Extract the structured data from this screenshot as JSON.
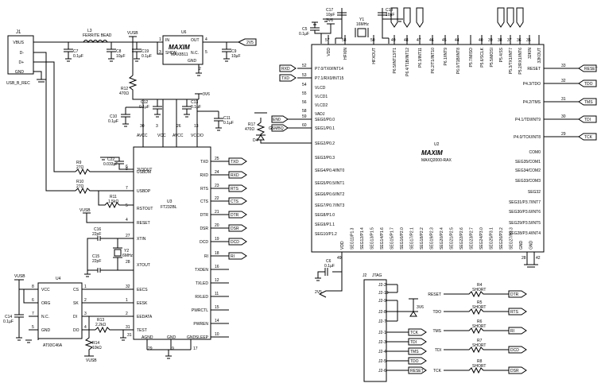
{
  "parts": {
    "j1": {
      "ref": "J1",
      "value": "USB_B_REC",
      "pins": [
        "VBUS",
        "D-",
        "D+",
        "GND"
      ]
    },
    "l3": {
      "ref": "L3",
      "value": "FERRITE BEAD"
    },
    "c7": {
      "ref": "C7",
      "value": "0.1µF"
    },
    "c8": {
      "ref": "C8",
      "value": "10µF"
    },
    "c19": {
      "ref": "C19",
      "value": "0.1µF"
    },
    "c9": {
      "ref": "C9",
      "value": "10µF"
    },
    "vusb_top": "VUSB",
    "u6": {
      "ref": "U6",
      "logo": "MAXIM",
      "part": "MAX8511",
      "pins": {
        "in": "IN",
        "shdn": "SHDN",
        "out": "OUT",
        "nc": "N.C.",
        "gnd": "GND"
      },
      "pin_nums": [
        "1",
        "3",
        "4",
        "5",
        "2"
      ]
    },
    "v2v5_top": "2V5",
    "r12": {
      "ref": "R12",
      "value": "470Ω"
    },
    "c10": {
      "ref": "C10",
      "value": "0.1µF"
    },
    "c12": {
      "ref": "C12",
      "value": "0.1µF"
    },
    "c13": {
      "ref": "C13",
      "value": "0.1µF"
    },
    "c11": {
      "ref": "C11",
      "value": "0.1µF"
    },
    "v3v6_mid": "3V6",
    "u3": {
      "ref": "U3",
      "part": "FT232BL",
      "top_pins": [
        "AVCC",
        "VCC",
        "AVCC",
        "VCCIO"
      ],
      "top_pin_nums": [
        "30",
        "3",
        "26",
        "13"
      ],
      "left_pins": [
        "3V3OUT",
        "USBDM",
        "USBDP",
        "RSTOUT",
        "RESET",
        "XTIN",
        "XTOUT",
        "EECS",
        "EESK",
        "EEDATA",
        "TEST"
      ],
      "left_pin_nums": [
        "6",
        "8",
        "7",
        "5",
        "4",
        "27",
        "28",
        "32",
        "1",
        "2",
        "31"
      ],
      "right_pins": [
        "TXD",
        "RXD",
        "RTS",
        "CTS",
        "DTR",
        "DSR",
        "DCD",
        "RI",
        "TXDEN",
        "TXLED",
        "RXLED",
        "PWRCTL",
        "PWREN",
        "SLEEP"
      ],
      "right_pin_nums": [
        "25",
        "24",
        "23",
        "22",
        "21",
        "20",
        "19",
        "18",
        "16",
        "12",
        "11",
        "15",
        "14",
        "10"
      ],
      "bottom_pins": [
        "AGND",
        "GND",
        "GND"
      ],
      "bottom_pin_nums": [
        "29",
        "9",
        "17"
      ]
    },
    "c22": {
      "ref": "C22",
      "value": "0.033µF"
    },
    "r9": {
      "ref": "R9",
      "value": "27Ω"
    },
    "r10": {
      "ref": "R10",
      "value": "27Ω"
    },
    "r11": {
      "ref": "R11",
      "value": "1.5kΩ"
    },
    "c16": {
      "ref": "C16",
      "value": "22pF"
    },
    "c15": {
      "ref": "C15",
      "value": "22pF"
    },
    "y2": {
      "ref": "Y2",
      "value": "6MHz"
    },
    "u4": {
      "ref": "U4",
      "part": "AT93C46A",
      "left_pins": [
        "VCC",
        "ORG",
        "N.C.",
        "GND"
      ],
      "left_nums": [
        "8",
        "6",
        "7",
        "5"
      ],
      "right_pins": [
        "CS",
        "SK",
        "DI",
        "DO"
      ],
      "right_nums": [
        "1",
        "2",
        "3",
        "4"
      ]
    },
    "c14": {
      "ref": "C14",
      "value": "0.1µF"
    },
    "r13": {
      "ref": "R13",
      "value": "2.2kΩ"
    },
    "r14": {
      "ref": "R14",
      "value": "10kΩ"
    },
    "c17": {
      "ref": "C17",
      "value": "10pF"
    },
    "y1": {
      "ref": "Y1",
      "value": "16MHz"
    },
    "c18": {
      "ref": "C18",
      "value": "10pF"
    },
    "c5": {
      "ref": "C5",
      "value": "0.1µF"
    },
    "v3v6_top": "3V6",
    "r17": {
      "ref": "R17",
      "value": "470Ω"
    },
    "d4": {
      "ref": "D4"
    },
    "u2": {
      "ref": "U2",
      "logo": "MAXIM",
      "part": "MAXQ2000-RAX",
      "top_pins": [
        "VDD",
        "HFXIN",
        "HFXOUT",
        "P6.5/INT13/T1",
        "P6.4/T1B/INT12",
        "P6.3/INT11",
        "P6.2/T1/INT10",
        "P6.1/INT9",
        "P6.0/T1B/INT8",
        "P5.7/MISO",
        "P5.6/SCLK",
        "P5.5/MOSI",
        "P5.4/SS",
        "P5.3/TX1/INT7",
        "P5.2/RX1/INT6",
        "32KIN",
        "32KOUT"
      ],
      "top_pin_nums": [
        "57",
        "58",
        "50",
        "49",
        "48",
        "47",
        "46",
        "45",
        "44",
        "40",
        "39",
        "38",
        "37",
        "36",
        "35"
      ],
      "left_pins": [
        "P7.0/TX0/INT14",
        "P7.1/RX0/INT15",
        "VLCD",
        "VLCD1",
        "VLCD2",
        "VADJ",
        "SEG0/P0.0",
        "SEG1/P0.1",
        "SEG2/P0.2",
        "SEG3/P0.3",
        "SEG4/P0.4/INT0",
        "SEG5/P0.5/INT1",
        "SEG6/P0.6/INT2",
        "SEG7/P0.7/INT3",
        "SEG8/P1.0",
        "SEG9/P1.1",
        "SEG10/P1.2"
      ],
      "left_pin_nums": [
        "52",
        "53",
        "54",
        "55",
        "56",
        "58",
        "59",
        "60"
      ],
      "right_pins": [
        "RESET",
        "P4.3/TDO",
        "P4.2/TMS",
        "P4.1/TDI/INT9",
        "P4.0/TCK/INT8",
        "COM0",
        "SEG35/COM1",
        "SEG34/COM2",
        "SEG33/COM3",
        "SEG32",
        "SEG31/P3.7/INT7",
        "SEG30/P3.6/INT6",
        "SEG29/P3.5/INT5",
        "SEG28/P3.4/INT4"
      ],
      "right_pin_nums": [
        "33",
        "32",
        "31",
        "30",
        "29"
      ],
      "bottom_pins": [
        "VDD",
        "SEG11/P1.3",
        "SEG12/P1.4",
        "SEG13/P1.5",
        "SEG14/P1.6",
        "SEG15/P1.7",
        "SEG16/P2.0",
        "SEG17/P2.1",
        "SEG18/P2.2",
        "SEG19/P2.3",
        "SEG20/P2.4",
        "SEG21/P2.5",
        "SEG22/P2.6",
        "SEG23/P2.7",
        "SEG24/P3.0",
        "SEG25/P3.1",
        "SEG26/P3.2",
        "SEG27/P3.3",
        "GND",
        "GND"
      ],
      "bottom_pin_nums": [
        "49",
        "28",
        "42"
      ]
    },
    "c6": {
      "ref": "C6",
      "value": "0.1µF"
    },
    "j2": {
      "ref": "J2",
      "value": "JTAG",
      "pins": [
        "J2-2",
        "J2-10",
        "J2-9",
        "J2-8",
        "J2-7",
        "J2-1",
        "J2-3",
        "J2-4",
        "J2-5",
        "J2-6"
      ]
    },
    "v3v6_jtag": "3V6",
    "r4": {
      "ref": "R4",
      "value": "SHORT"
    },
    "r5": {
      "ref": "R5",
      "value": "SHORT"
    },
    "r6": {
      "ref": "R6",
      "value": "SHORT"
    },
    "r7": {
      "ref": "R7",
      "value": "SHORT"
    },
    "r8": {
      "ref": "R8",
      "value": "SHORT"
    }
  },
  "nets": {
    "tx": "TXD",
    "rx": "RXD",
    "rts": "RTS",
    "cts": "CTS",
    "dtr": "DTR",
    "dsr": "DSR",
    "dcd": "DCD",
    "ri": "RI",
    "v2v5": "2V5",
    "vusb": "VUSB",
    "en0": "EN0",
    "gsmbq": "GSMBQ",
    "reset": "RESET",
    "tdo": "TDO",
    "tms": "TMS",
    "tdi": "TDI",
    "tck": "TCK",
    "n_pins": [
      "DTR",
      "DSR",
      "RTS",
      "RI"
    ]
  }
}
